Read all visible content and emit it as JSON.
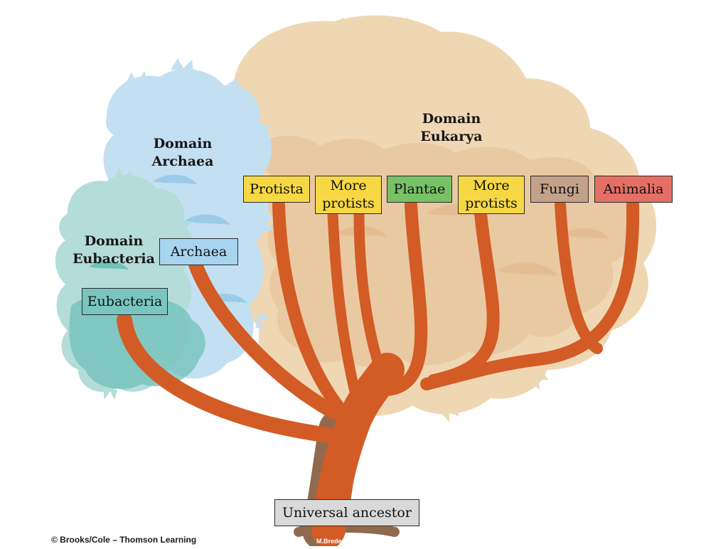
{
  "domains": {
    "archaea": [
      "Domain",
      "Archaea"
    ],
    "eubacteria": [
      "Domain",
      "Eubacteria"
    ],
    "eukarya": [
      "Domain",
      "Eukarya"
    ]
  },
  "labels": {
    "protista": "Protista",
    "more_protists_1": [
      "More",
      "protists"
    ],
    "plantae": "Plantae",
    "more_protists_2": [
      "More",
      "protists"
    ],
    "fungi": "Fungi",
    "animalia": "Animalia",
    "archaea": "Archaea",
    "eubacteria": "Eubacteria",
    "universal_ancestor": "Universal ancestor"
  },
  "credits": {
    "copyright": "© Brooks/Cole – Thomson Learning",
    "author": "M.Breder (Dana"
  },
  "colors": {
    "branch": "#d35b25",
    "trunk_shadow": "#8f6a4e",
    "eukarya_foliage": "#f0d7b4",
    "eukarya_shade": "#e6c39a",
    "archaea_foliage": "#c3e0f2",
    "archaea_shade": "#9bcbe8",
    "eubacteria_foliage": "#b4dcd8",
    "eubacteria_shade": "#6fc1b9",
    "protista_box": "#f6d845",
    "more_protists_box": "#f6d845",
    "plantae_box": "#77c166",
    "fungi_box": "#c4a289",
    "animalia_box": "#e56f65",
    "archaea_box": "#a7d4ef",
    "eubacteria_box": "#7ac6bf",
    "ancestor_box": "#d9d9d9"
  }
}
